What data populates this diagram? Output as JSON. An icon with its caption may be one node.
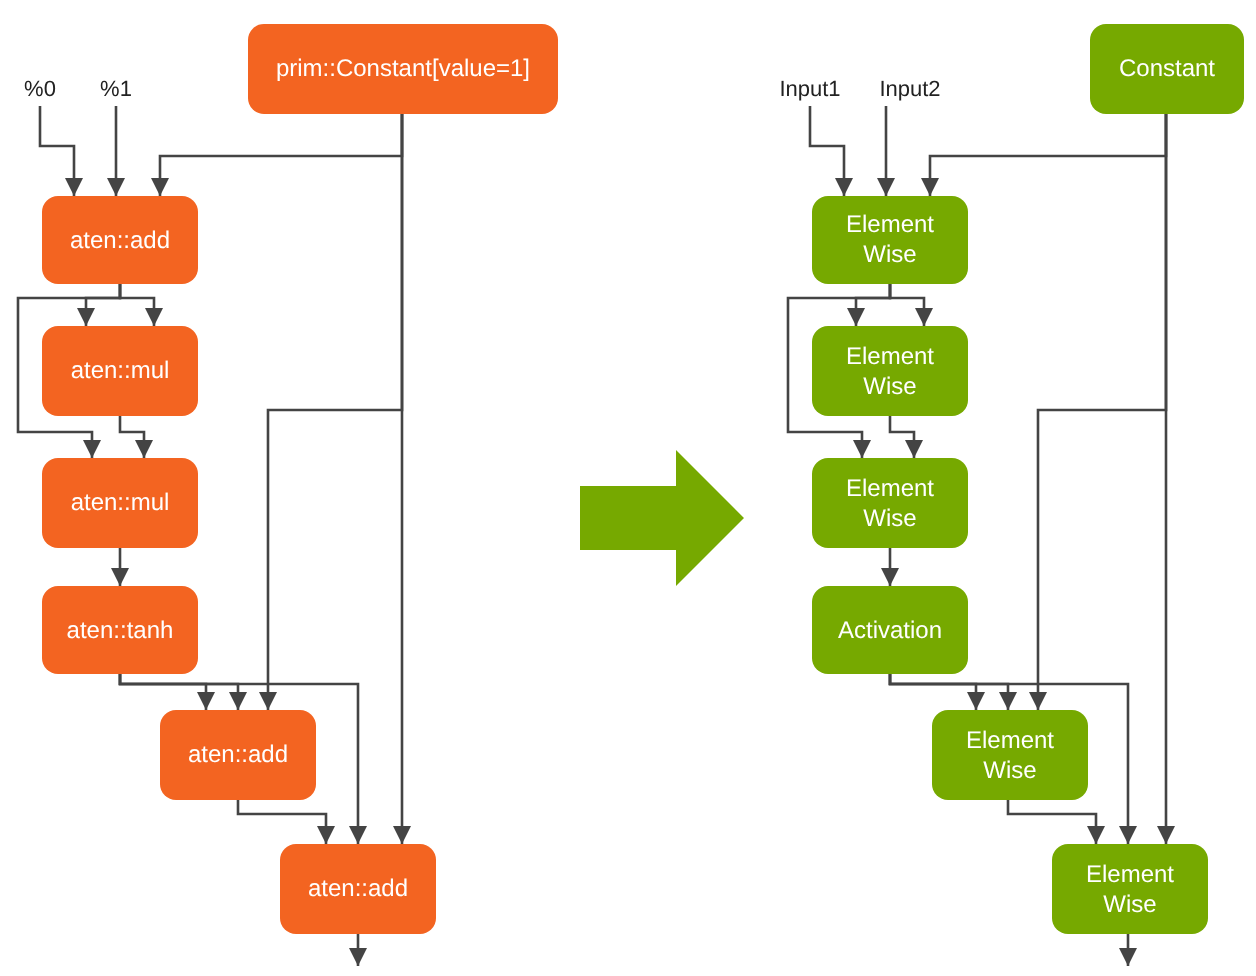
{
  "diagram": {
    "nodes": [
      {
        "text": [
          "%0"
        ]
      },
      {
        "text": [
          "%1"
        ]
      },
      {
        "text": [
          "prim::Constant[value=1]"
        ]
      },
      {
        "text": [
          "aten::add"
        ]
      },
      {
        "text": [
          "aten::mul"
        ]
      },
      {
        "text": [
          "aten::mul"
        ]
      },
      {
        "text": [
          "aten::tanh"
        ]
      },
      {
        "text": [
          "aten::add"
        ]
      },
      {
        "text": [
          "aten::add"
        ]
      },
      {
        "text": [
          "Input1"
        ]
      },
      {
        "text": [
          "Input2"
        ]
      },
      {
        "text": [
          "Constant"
        ]
      },
      {
        "text": [
          "Element Wise"
        ]
      },
      {
        "text": [
          "Element Wise"
        ]
      },
      {
        "text": [
          "Element Wise"
        ]
      },
      {
        "text": [
          "Activation"
        ]
      },
      {
        "text": [
          "Element Wise"
        ]
      },
      {
        "text": [
          "Element Wise"
        ]
      }
    ],
    "edges": [
      {
        "from": 0,
        "to": 3,
        "arrow": "to"
      },
      {
        "from": 1,
        "to": 3,
        "arrow": "to"
      },
      {
        "from": 2,
        "to": 3,
        "arrow": "to"
      },
      {
        "from": 3,
        "to": 4,
        "arrow": "to"
      },
      {
        "from": 3,
        "to": 4,
        "arrow": "to"
      },
      {
        "from": 3,
        "to": 5,
        "arrow": "to"
      },
      {
        "from": 4,
        "to": 5,
        "arrow": "to"
      },
      {
        "from": 5,
        "to": 6,
        "arrow": "to"
      },
      {
        "from": 6,
        "to": 7,
        "arrow": "to"
      },
      {
        "from": 6,
        "to": 7,
        "arrow": "to"
      },
      {
        "from": 2,
        "to": 7,
        "arrow": "to"
      },
      {
        "from": 6,
        "to": 8,
        "arrow": "to"
      },
      {
        "from": 7,
        "to": 8,
        "arrow": "to"
      },
      {
        "from": 2,
        "to": 8,
        "arrow": "to"
      },
      {
        "from": 8,
        "to": null,
        "arrow": "to"
      },
      {
        "from": 9,
        "to": 12,
        "arrow": "to"
      },
      {
        "from": 10,
        "to": 12,
        "arrow": "to"
      },
      {
        "from": 11,
        "to": 12,
        "arrow": "to"
      },
      {
        "from": 12,
        "to": 13,
        "arrow": "to"
      },
      {
        "from": 12,
        "to": 13,
        "arrow": "to"
      },
      {
        "from": 12,
        "to": 14,
        "arrow": "to"
      },
      {
        "from": 13,
        "to": 14,
        "arrow": "to"
      },
      {
        "from": 14,
        "to": 15,
        "arrow": "to"
      },
      {
        "from": 15,
        "to": 16,
        "arrow": "to"
      },
      {
        "from": 15,
        "to": 16,
        "arrow": "to"
      },
      {
        "from": 11,
        "to": 16,
        "arrow": "to"
      },
      {
        "from": 15,
        "to": 17,
        "arrow": "to"
      },
      {
        "from": 16,
        "to": 17,
        "arrow": "to"
      },
      {
        "from": 11,
        "to": 17,
        "arrow": "to"
      },
      {
        "from": 17,
        "to": null,
        "arrow": "to"
      }
    ]
  }
}
